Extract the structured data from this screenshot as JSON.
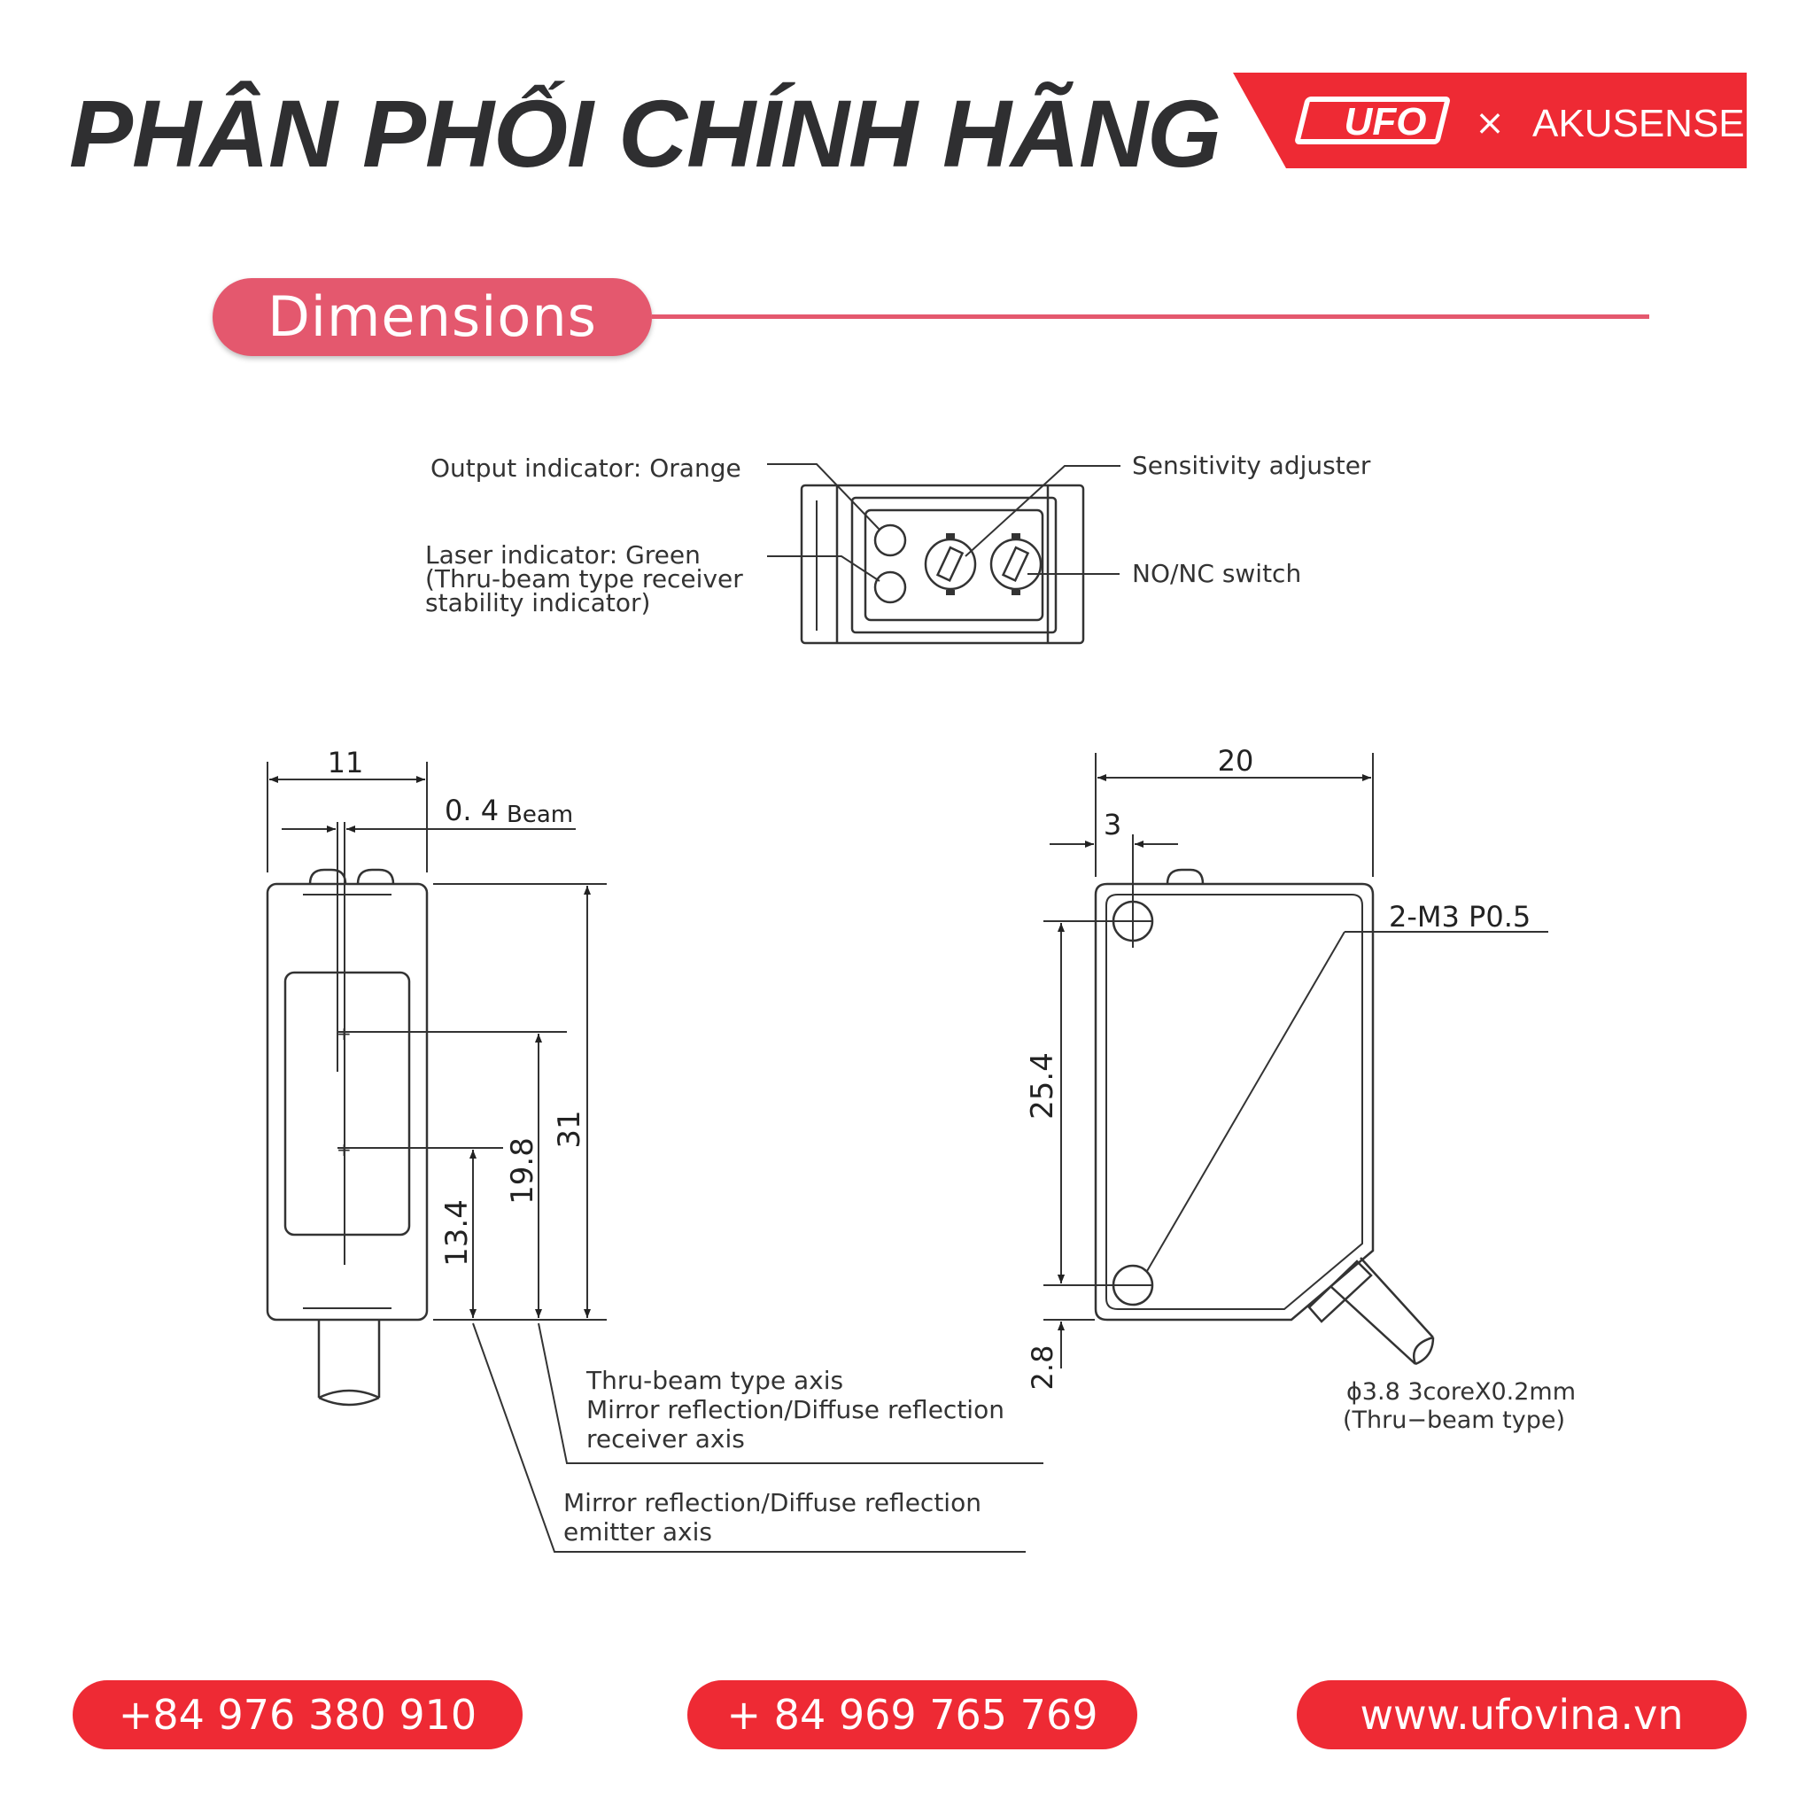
{
  "header": {
    "headline": "PHÂN PHỐI CHÍNH HÃNG",
    "brand_logo": "UFO",
    "brand_separator": "×",
    "brand_partner": "AKUSENSE",
    "brand_color": "#ee2a34"
  },
  "section": {
    "title": "Dimensions",
    "accent_color": "#e4586e"
  },
  "front_view": {
    "output_indicator": "Output indicator: Orange",
    "laser_indicator_line1": "Laser indicator:  Green",
    "laser_indicator_line2": "(Thru-beam type receiver",
    "laser_indicator_line3": "stability indicator)",
    "sensitivity_adjuster": "Sensitivity adjuster",
    "nonc_switch": "NO/NC switch"
  },
  "side_view": {
    "width": "11",
    "beam_value": "0. 4",
    "beam_unit": "Beam",
    "height_total": "31",
    "height_receiver": "19.8",
    "height_emitter": "13.4",
    "receiver_axis_line1": "Thru-beam  type axis",
    "receiver_axis_line2": "Mirror reflection/Diffuse reflection",
    "receiver_axis_line3": "receiver axis",
    "emitter_axis_line1": "Mirror reflection/Diffuse reflection",
    "emitter_axis_line2": "emitter axis"
  },
  "back_view": {
    "width": "20",
    "hole_offset": "3",
    "thread": "2-M3 P0.5",
    "hole_spacing": "25.4",
    "bottom_offset": "2.8",
    "cable_line1": "ϕ3.8 3coreX0.2mm",
    "cable_line2": "(Thru−beam type)"
  },
  "contacts": {
    "phone1": "+84 976 380 910",
    "phone2": "+ 84 969 765 769",
    "website": "www.ufovina.vn"
  }
}
